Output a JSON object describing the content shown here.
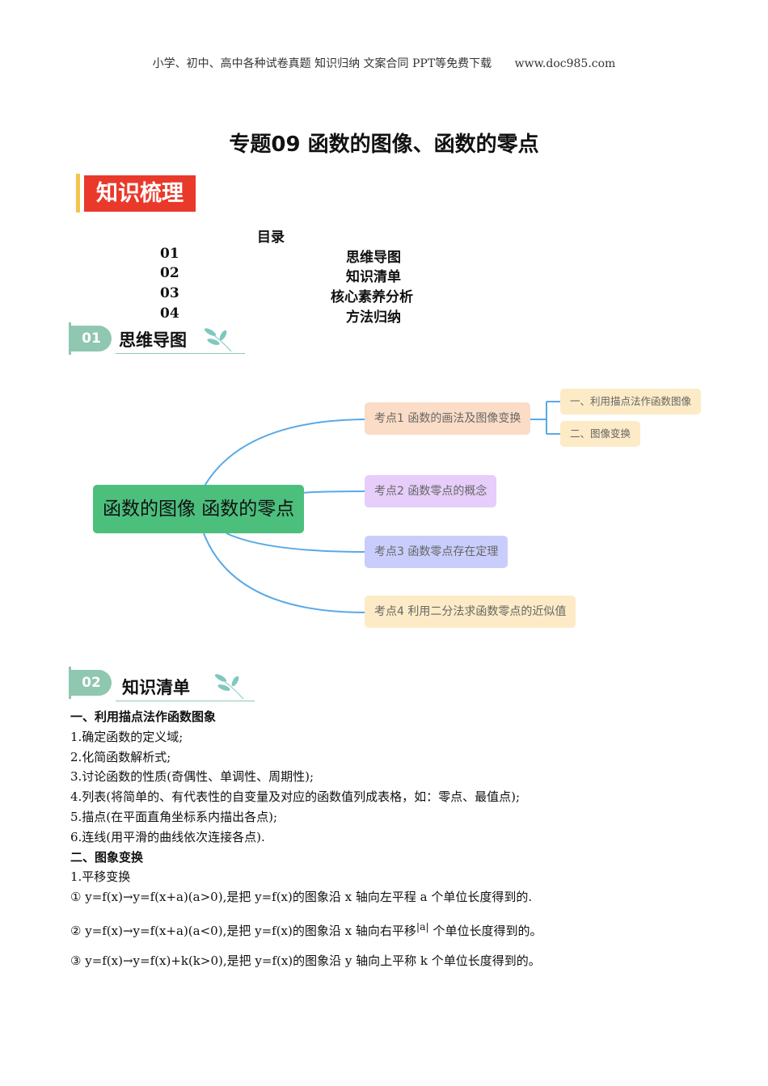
{
  "header": {
    "items": [
      "小学、初中、高中各种试卷真题 知识归纳 文案合同 PPT等免费下载",
      "www.doc985.com"
    ]
  },
  "title": "专题09 函数的图像、函数的零点",
  "banner": "知识梳理",
  "toc": {
    "heading": "目录",
    "rows": [
      {
        "num": "01",
        "label": "思维导图"
      },
      {
        "num": "02",
        "label": "知识清单"
      },
      {
        "num": "03",
        "label": "核心素养分析"
      },
      {
        "num": "04",
        "label": "方法归纳"
      }
    ]
  },
  "sections": [
    {
      "num": "01",
      "title": "思维导图"
    },
    {
      "num": "02",
      "title": "知识清单"
    }
  ],
  "mindmap": {
    "root": "函数的图像 函数的零点",
    "nodes": [
      "考点1 函数的画法及图像变换",
      "考点2  函数零点的概念",
      "考点3 函数零点存在定理",
      "考点4 利用二分法求函数零点的近似值"
    ],
    "subnodes": [
      "一、利用描点法作函数图像",
      "二、图像变换"
    ],
    "colors": {
      "root": "#4cbf7d",
      "line": "#5aa9e6"
    }
  },
  "content": {
    "h1": "一、利用描点法作函数图象",
    "steps": [
      "1.确定函数的定义域;",
      "2.化简函数解析式;",
      "3.讨论函数的性质(奇偶性、单调性、周期性);",
      "4.列表(将简单的、有代表性的自变量及对应的函数值列成表格，如：零点、最值点);",
      "5.描点(在平面直角坐标系内描出各点);",
      "6.连线(用平滑的曲线依次连接各点)."
    ],
    "h2": "二、图象变换",
    "sub1": "1.平移变换",
    "rules": [
      {
        "a": "① y=f(x)→y=f(x+a)(a>0),是把 y=f(x)的图象沿 x 轴向左平程 a 个单位长度得到的.",
        "b": ""
      },
      {
        "a": "② y=f(x)→y=f(x+a)(a<0),是把 y=f(x)的图象沿 x 轴向右平移",
        "abs": "|a|",
        "b": " 个单位长度得到的。"
      },
      {
        "a": "③ y=f(x)→y=f(x)+k(k>0),是把 y=f(x)的图象沿 y 轴向上平称 k 个单位长度得到的。",
        "b": ""
      }
    ]
  }
}
